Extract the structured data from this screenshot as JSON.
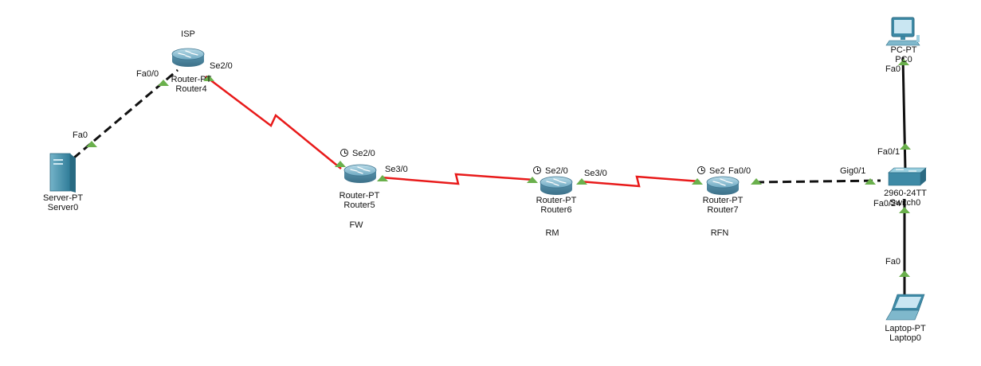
{
  "colors": {
    "serial_link": "#e81a1a",
    "ethernet_link": "#111111",
    "port_up": "#6ab04c",
    "router_body": "#5a9ab5",
    "device_body": "#3e8aa6"
  },
  "nodes": {
    "router4": {
      "icon": "router-icon",
      "caption": "ISP",
      "model": "Router-PT",
      "name": "Router4"
    },
    "router5": {
      "icon": "router-icon",
      "caption": "FW",
      "model": "Router-PT",
      "name": "Router5"
    },
    "router6": {
      "icon": "router-icon",
      "caption": "RM",
      "model": "Router-PT",
      "name": "Router6"
    },
    "router7": {
      "icon": "router-icon",
      "caption": "RFN",
      "model": "Router-PT",
      "name": "Router7"
    },
    "server0": {
      "icon": "server-icon",
      "model": "Server-PT",
      "name": "Server0"
    },
    "pc0": {
      "icon": "pc-icon",
      "model": "PC-PT",
      "name": "PC0"
    },
    "switch0": {
      "icon": "switch-icon",
      "model": "2960-24TT",
      "name": "Switch0"
    },
    "laptop0": {
      "icon": "laptop-icon",
      "model": "Laptop-PT",
      "name": "Laptop0"
    }
  },
  "ports": {
    "router4_fa00": "Fa0/0",
    "router4_se20": "Se2/0",
    "server0_fa0": "Fa0",
    "router5_se20": "Se2/0",
    "router5_se30": "Se3/0",
    "router6_se20": "Se2/0",
    "router6_se30": "Se3/0",
    "router7_se2": "Se2",
    "router7_fa00": "Fa0/0",
    "switch0_gig01": "Gig0/1",
    "switch0_fa01": "Fa0/1",
    "switch0_fa024": "Fa0/24",
    "pc0_fa0": "Fa0",
    "laptop0_fa0": "Fa0"
  }
}
